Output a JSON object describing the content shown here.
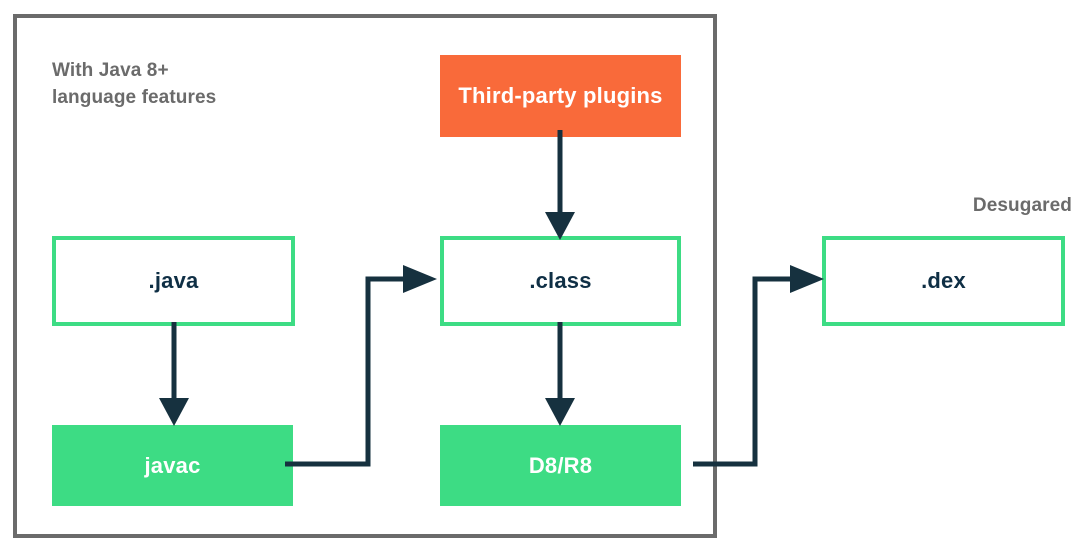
{
  "diagram": {
    "title": "Java 8+ language feature desugaring build flow",
    "colors": {
      "accent_orange": "#f96a3a",
      "green": "#3ddc84",
      "arrow_navy": "#16313f",
      "label_gray": "#6b6b6b",
      "container_border": "#6b6b6b",
      "text_dark": "#0f2f45",
      "background": "#ffffff"
    },
    "container": {
      "name": "build-scope-container"
    },
    "annotations": [
      {
        "id": "with-java8",
        "text": "With Java 8+\nlanguage features",
        "align": "left"
      },
      {
        "id": "desugared",
        "text": "Desugared",
        "align": "right"
      }
    ],
    "nodes": [
      {
        "id": "plugins",
        "label": "Third-party plugins",
        "style": "accent"
      },
      {
        "id": "java",
        "label": ".java",
        "style": "outline"
      },
      {
        "id": "class",
        "label": ".class",
        "style": "outline"
      },
      {
        "id": "dex",
        "label": ".dex",
        "style": "outline"
      },
      {
        "id": "javac",
        "label": "javac",
        "style": "filled"
      },
      {
        "id": "d8r8",
        "label": "D8/R8",
        "style": "filled"
      }
    ],
    "edges": [
      {
        "id": "plugins-class",
        "from": "plugins",
        "to": "class",
        "shape": "straight-down"
      },
      {
        "id": "java-javac",
        "from": "java",
        "to": "javac",
        "shape": "straight-down"
      },
      {
        "id": "class-d8r8",
        "from": "class",
        "to": "d8r8",
        "shape": "straight-down"
      },
      {
        "id": "javac-class",
        "from": "javac",
        "to": "class",
        "shape": "elbow-up-right"
      },
      {
        "id": "d8r8-dex",
        "from": "d8r8",
        "to": "dex",
        "shape": "elbow-up-right"
      }
    ]
  }
}
